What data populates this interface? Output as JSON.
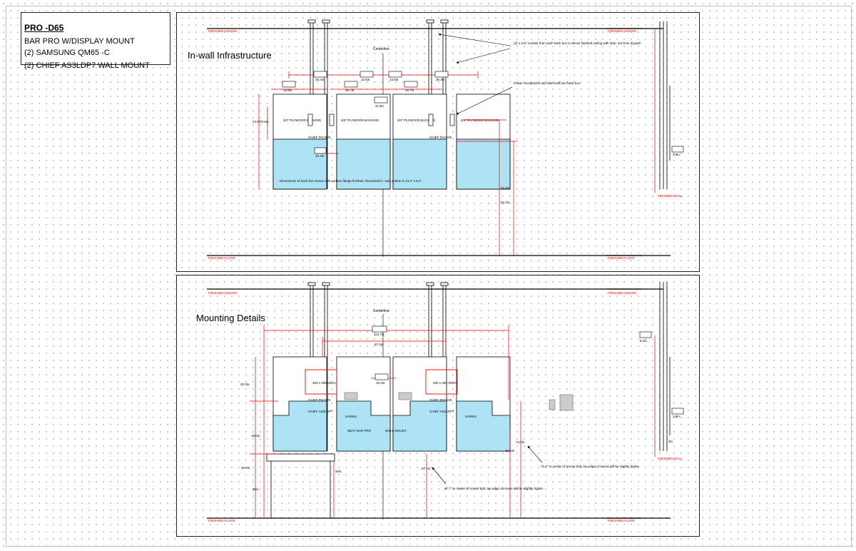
{
  "title_block": {
    "model": "PRO -D65",
    "line1": "BAR PRO W/DISPLAY MOUNT",
    "line2": "(2) SAMSUNG QM65    -C",
    "line3": "(2) CHIEF AS3LDP7 WALL MOUNT"
  },
  "common": {
    "finished_ceiling": "FINISHED CEILING",
    "finished_floor": "FINISHED FLOOR",
    "finished_wall": "FINISHED WALL",
    "centerline": "Centerline"
  },
  "top_panel": {
    "title": "In-wall Infrastructure",
    "note_conduit": "(2) 1-1/4\" conduit from each back box to above finished ceiling with stub    -out from drywall.",
    "note_power": "Power receptacles and data built into back box.",
    "note_backbox": "Dimensions of back box shown with surface flange finished. Recessed in  -wall portion is 14.4\" x 9.2\".",
    "plywood": "3/4\" PLYWOOD BACKING",
    "chief_label": "CHIEF PAC525",
    "dims": {
      "d1": "36.4in.",
      "d2": "13.5in.",
      "d3": "13.5in.",
      "d4": "36.4in.",
      "d5": "18.8in.",
      "d6": "28.7in.",
      "d7": "28.7in.",
      "d8": "11.0in.",
      "d9": "24.0/30.5in.",
      "d10": "10.4in.",
      "d11": "64.4in.",
      "d12": "52.4in.",
      "d13": "3.9in."
    }
  },
  "bottom_panel": {
    "title": "Mounting Details",
    "vesa": "400 x 300 VESA",
    "chief_label": "CHIEF PAC525",
    "chief_mount": "CHIEF AS3LDPT",
    "samsung": "SAMSU",
    "neat_bar": "NEAT BAR PRO",
    "wall_mount": "WALL MOUNT",
    "note_left": "67.7\" to center of screw/ bolt, top edge of mount will be slightly higher.",
    "note_right": "73.4\" to center of screw/ bolt, top edge of mount will be slightly higher.",
    "dims": {
      "d1": "114.7in.",
      "d2": "97.4in.",
      "d3": "15.4in.",
      "d4": "32.0in.",
      "d5": "18.0in.",
      "d6": "48.0in.",
      "d7": "30in.",
      "d8": "40in.",
      "d9": "67.7in.",
      "d10": "64.4in.",
      "d11": "73.4in.",
      "d12": "8.1in.",
      "d13": "3.9in.",
      "d14": "3in."
    }
  }
}
